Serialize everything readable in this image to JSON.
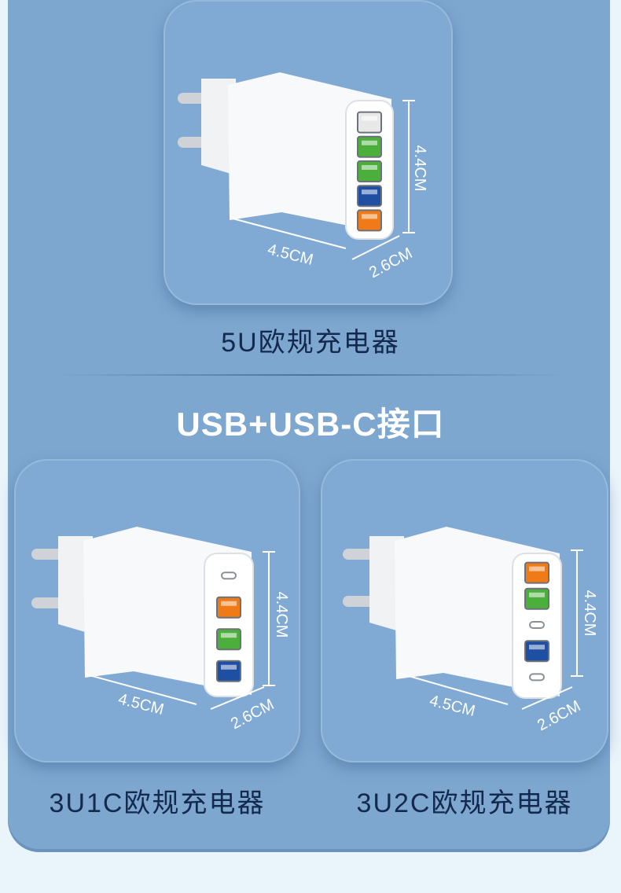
{
  "top_product": {
    "caption": "5U欧规充电器",
    "dim_height": "4.4CM",
    "dim_width": "4.5CM",
    "dim_depth": "2.6CM",
    "ports": [
      "usb-white",
      "usb-green",
      "usb-green",
      "usb-blue",
      "usb-orange"
    ]
  },
  "section_title": "USB+USB-C接口",
  "left_product": {
    "caption": "3U1C欧规充电器",
    "dim_height": "4.4CM",
    "dim_width": "4.5CM",
    "dim_depth": "2.6CM",
    "ports": [
      "usb-c",
      "usb-orange",
      "usb-green",
      "usb-blue"
    ]
  },
  "right_product": {
    "caption": "3U2C欧规充电器",
    "dim_height": "4.4CM",
    "dim_width": "4.5CM",
    "dim_depth": "2.6CM",
    "ports": [
      "usb-orange",
      "usb-green",
      "usb-c",
      "usb-blue",
      "usb-c"
    ]
  },
  "colors": {
    "panel": "#7ea7d0",
    "usb_white": "#e8e8e8",
    "usb_green": "#4caf3c",
    "usb_blue": "#1f4fa3",
    "usb_orange": "#f07a17",
    "caption_text": "#14294e"
  }
}
